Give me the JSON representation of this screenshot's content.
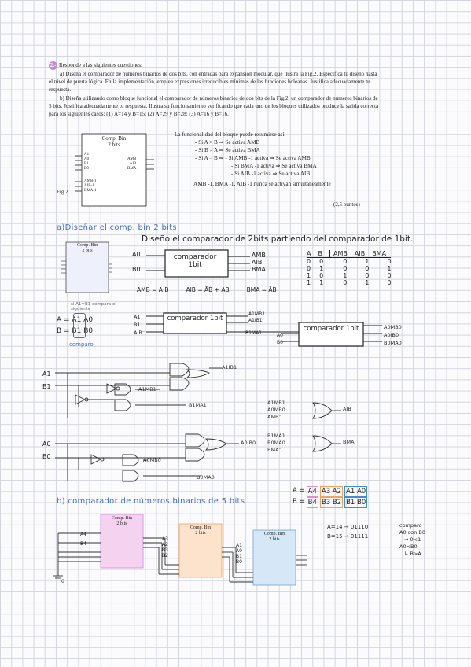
{
  "question": {
    "number": "2.-",
    "intro": "Responde a las siguientes cuestiones:",
    "part_a": "a) Diseña el comparador de números binarios de dos bits, con entradas para expansión modular, que ilustra la Fig.2. Especifica tu diseño hasta el nivel de puerta lógica. En la implementación, emplea expresiones irreducibles mínimas de las funciones boleanas. Justifica adecuadamente tu respuesta.",
    "part_b": "b) Diseña utilizando como bloque funcional el comparador de números binarios de dos bits de la Fig.2, un comparador de números binarios de 5 bits. Justifica adecuadamente tu respuesta. Ilustra su funcionamiento verificando que cada uno de los bloques utilizados produce la salida correcta para los siguientes casos: (1) A=14 y B=15; (2) A=29 y B=28; (3) A=16 y B=16.",
    "points": "(2,5 puntos)",
    "fig_label": "Fig.2"
  },
  "fig_block": {
    "title_line1": "Comp. Bin",
    "title_line2": "2 bits",
    "inputs": [
      "A1",
      "A0",
      "B1",
      "B0"
    ],
    "outputs": [
      "AMB",
      "AIB",
      "BMA"
    ],
    "expansion": [
      "AMB-1",
      "AIB-1",
      "BMA-1"
    ]
  },
  "functionality": {
    "header": "La funcionalidad del bloque puede resumirse así:",
    "lines": [
      "- Si  A > B ⇒ Se activa AMB",
      "- Si  B > A ⇒ Se activa BMA",
      "- Si  A = B ⇒ - Si   AMB -1  activa ⇒ Se activa AMB",
      "- Si   BMA -1  activa ⇒ Se activa BMA",
      "- Si   AIB -1  activa ⇒ Se activa AIB",
      "AMB -1,  BMA -1,  AIB -1  nunca se activan simultáneamente"
    ]
  },
  "notes": {
    "title_a": "a)Diseñar el comp. bin 2 bits",
    "design_title": "Diseño el comparador de 2bits partiendo del comparador de 1bit.",
    "block_1bit": "comparador 1bit",
    "in_a0": "A0",
    "in_b0": "B0",
    "outs_1bit": [
      "AMB",
      "AIB",
      "BMA"
    ],
    "eqs": [
      "AMB = A·B̄",
      "AIB = ĀB̄ + AB",
      "BMA = ĀB"
    ],
    "truth": {
      "headers": [
        "A",
        "B",
        "AMB",
        "AIB",
        "BMA"
      ],
      "rows": [
        [
          "0",
          "0",
          "0",
          "1",
          "0"
        ],
        [
          "0",
          "1",
          "0",
          "0",
          "1"
        ],
        [
          "1",
          "0",
          "1",
          "0",
          "0"
        ],
        [
          "1",
          "1",
          "0",
          "1",
          "0"
        ]
      ]
    },
    "compare_note": "si A1=B1 compara el siguiente",
    "comparo": "comparo",
    "ab_a": "A = A1 A0",
    "ab_b": "B = B1 B0",
    "mid_inputs": [
      "A1",
      "B1",
      "AIB⁻"
    ],
    "mid_outputs": [
      "A1MB1",
      "A1IB1",
      "B1MA1"
    ],
    "right_inputs": [
      "A0",
      "B0"
    ],
    "right_outputs": [
      "A0MB0",
      "A0IB0",
      "B0MA0"
    ],
    "gate_outputs": [
      "A1IB1",
      "A1MB1",
      "B1MA1",
      "A0IB0",
      "A0MB0",
      "B0MA0"
    ],
    "or_aib_inputs": [
      "A1MB1",
      "A0MB0",
      "AMB⁻"
    ],
    "or_aib_out": "AIB",
    "or_bma_inputs": [
      "B1MA1",
      "B0MA0",
      "BMA⁻"
    ],
    "or_bma_out": "BMA",
    "g_in": [
      "A1",
      "B1",
      "A0",
      "B0"
    ],
    "title_b": "b) comparador de números binarios de 5 bits",
    "a_bits": [
      "A =",
      "A4",
      "A3 A2",
      "A1 A0"
    ],
    "b_bits": [
      "B =",
      "B4",
      "B3 B2",
      "B1 B0"
    ],
    "case_a": "A=14 → 01110",
    "case_b": "B=15 → 01111",
    "case_note": [
      "comparo",
      "A0 con B0",
      "→ 0<1",
      "A0<B0",
      "↳ B>A"
    ],
    "b_labels_left": [
      "A4",
      "B4"
    ],
    "b_labels_mid": [
      "A3",
      "A2",
      "B3",
      "B2"
    ],
    "b_labels_right": [
      "A1",
      "A0",
      "B1",
      "B0"
    ],
    "ground": "0"
  },
  "colors": {
    "accent_blue": "#3b6fd6",
    "pink": "#f2c7ee",
    "orange": "#f5a15a",
    "blue_box": "#cfe3f7"
  }
}
